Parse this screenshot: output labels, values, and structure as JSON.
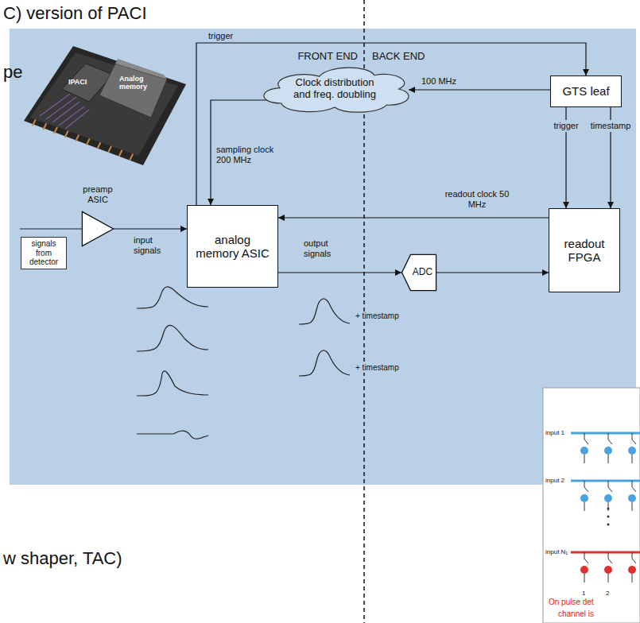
{
  "diagram": {
    "nodes": [
      {
        "text": [
          "GTS leaf"
        ]
      },
      {
        "text": [
          "Clock distribution and freq. doubling"
        ]
      },
      {
        "text": [
          "analog memory ASIC"
        ]
      },
      {
        "text": [
          "readout FPGA"
        ]
      },
      {
        "text": [
          "ADC"
        ]
      },
      {
        "text": [
          "preamp ASIC"
        ]
      }
    ],
    "edges": [
      {
        "from": 2,
        "to": 0,
        "arrow": "to",
        "label": "trigger"
      },
      {
        "from": 0,
        "to": 1,
        "arrow": "to",
        "label": "100 MHz"
      },
      {
        "from": 1,
        "to": 2,
        "arrow": "to",
        "label": "sampling clock 200 MHz"
      },
      {
        "from": 0,
        "to": 3,
        "arrow": "to",
        "label": "trigger"
      },
      {
        "from": 0,
        "to": 3,
        "arrow": "to",
        "label": "timestamp"
      },
      {
        "from": 3,
        "to": 2,
        "arrow": "to",
        "label": "readout clock 50 MHz"
      },
      {
        "from": 5,
        "to": 2,
        "arrow": "to",
        "label": "input signals"
      },
      {
        "from": 2,
        "to": 4,
        "arrow": "to",
        "label": "output signals"
      },
      {
        "from": 4,
        "to": 3,
        "arrow": "to"
      }
    ],
    "labels": [
      "C) version of PACI",
      "pe",
      "w shaper, TAC)",
      "FRONT END",
      "BACK END",
      "IPACI",
      "Analog memory",
      "signals from detector",
      "+ timestamp",
      "+ timestamp",
      "input 1",
      "input 2",
      "input N₁",
      "1",
      "2",
      "On pulse det",
      "channel is"
    ]
  }
}
